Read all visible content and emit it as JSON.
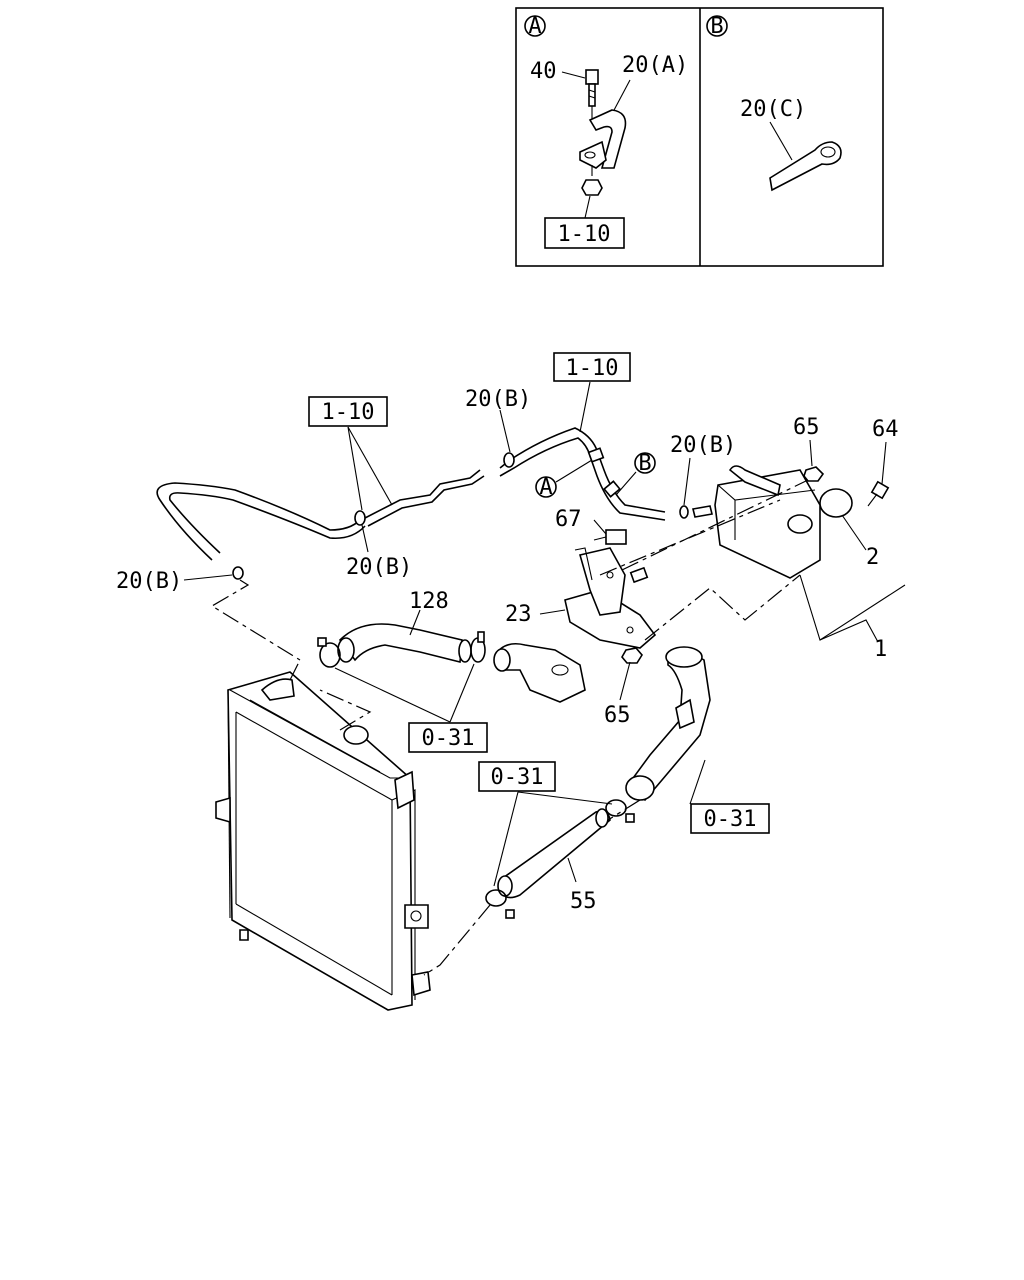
{
  "inset_a": {
    "marker": "A",
    "labels": {
      "p40": "40",
      "p20a": "20(A)",
      "ref": "1-10"
    }
  },
  "inset_b": {
    "marker": "B",
    "labels": {
      "p20c": "20(C)"
    }
  },
  "callouts": {
    "ref_1_10_top": "1-10",
    "ref_1_10_left": "1-10",
    "p20b_top": "20(B)",
    "p20b_mid": "20(B)",
    "p20b_center": "20(B)",
    "p20b_left": "20(B)",
    "marker_a": "A",
    "marker_b": "B",
    "p65_top": "65",
    "p64": "64",
    "p67": "67",
    "p2": "2",
    "p1": "1",
    "p23": "23",
    "p128": "128",
    "p65_bottom": "65",
    "ref_0_31_center": "0-31",
    "ref_0_31_lower": "0-31",
    "ref_0_31_right": "0-31",
    "p55": "55"
  }
}
